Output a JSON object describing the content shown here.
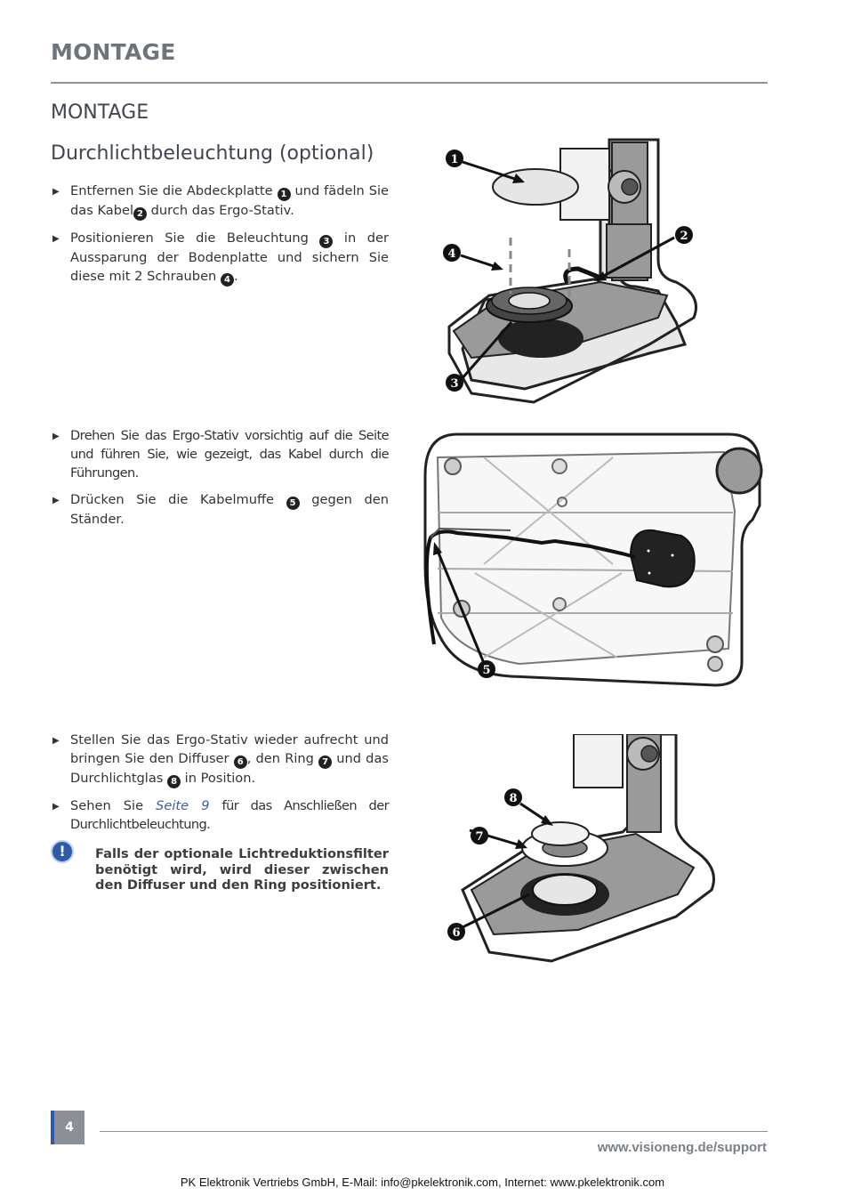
{
  "header": {
    "title": "MONTAGE"
  },
  "section": {
    "title": "MONTAGE"
  },
  "subsection": {
    "title": "Durchlichtbeleuchtung (optional)"
  },
  "steps_group1": [
    {
      "pre": "Entfernen Sie die Abdeckplatte ",
      "n1": "1",
      "mid": " und fädeln Sie das Kabel",
      "n2": "2",
      "post": " durch das Ergo-Stativ."
    },
    {
      "pre": "Positionieren Sie die Beleuchtung ",
      "n1": "3",
      "mid": " in der Aussparung der Bodenplatte und sichern Sie diese mit 2 Schrauben ",
      "n2": "4",
      "post": "."
    }
  ],
  "steps_group2": [
    {
      "pre": "Drehen Sie das Ergo-Stativ vorsichtig auf die Seite und führen Sie, wie gezeigt, das Kabel durch die Führungen."
    },
    {
      "pre": "Drücken Sie die Kabelmuffe ",
      "n1": "5",
      "post": " gegen den Ständer."
    }
  ],
  "steps_group3": [
    {
      "pre": "Stellen Sie das Ergo-Stativ wieder aufrecht und bringen Sie den Diffuser ",
      "n1": "6",
      "mid": ", den Ring ",
      "n2": "7",
      "mid2": " und das Durchlichtglas ",
      "n3": "8",
      "post": " in Position."
    },
    {
      "pre": "Sehen Sie ",
      "link": "Seite 9",
      "post": " für das Anschließen der Durchlichtbeleuchtung."
    }
  ],
  "note": {
    "icon": "!",
    "text": "Falls der optionale Lichtreduktionsfilter benötigt wird, wird dieser zwischen den Diffuser und den Ring positioniert."
  },
  "callouts": {
    "fig1": [
      "1",
      "2",
      "3",
      "4"
    ],
    "fig2": [
      "5"
    ],
    "fig3": [
      "6",
      "7",
      "8"
    ]
  },
  "footer": {
    "page_number": "4",
    "url": "www.visioneng.de/support",
    "company": "PK Elektronik Vertriebs GmbH, E-Mail: info@pkelektronik.com, Internet: www.pkelektronik.com"
  },
  "colors": {
    "accent": "#2f5aa6",
    "header_gray": "#6d747c",
    "figure_gray": "#9a9a9a"
  }
}
